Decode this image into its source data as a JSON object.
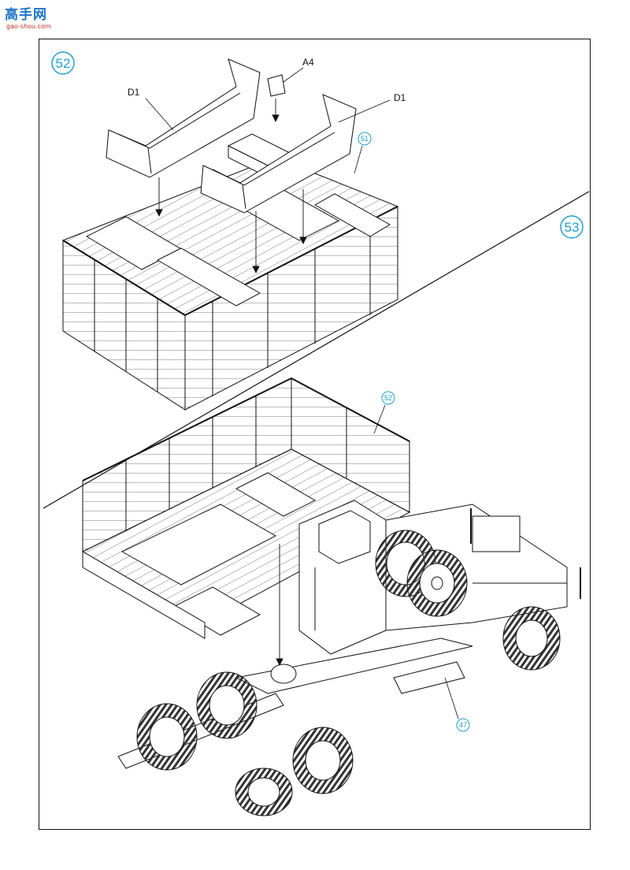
{
  "watermark": {
    "logo_text": "高手网",
    "site": "gao-shou.com",
    "logo_color": "#1e73c8",
    "site_color": "#c0281e"
  },
  "steps": [
    {
      "number": "52",
      "parts": [
        "D1",
        "A4",
        "D1"
      ],
      "reference": "51"
    },
    {
      "number": "53",
      "references": [
        "52",
        "47"
      ]
    }
  ],
  "colors": {
    "line": "#111111",
    "accent": "#1ea0cf",
    "background": "#ffffff"
  }
}
